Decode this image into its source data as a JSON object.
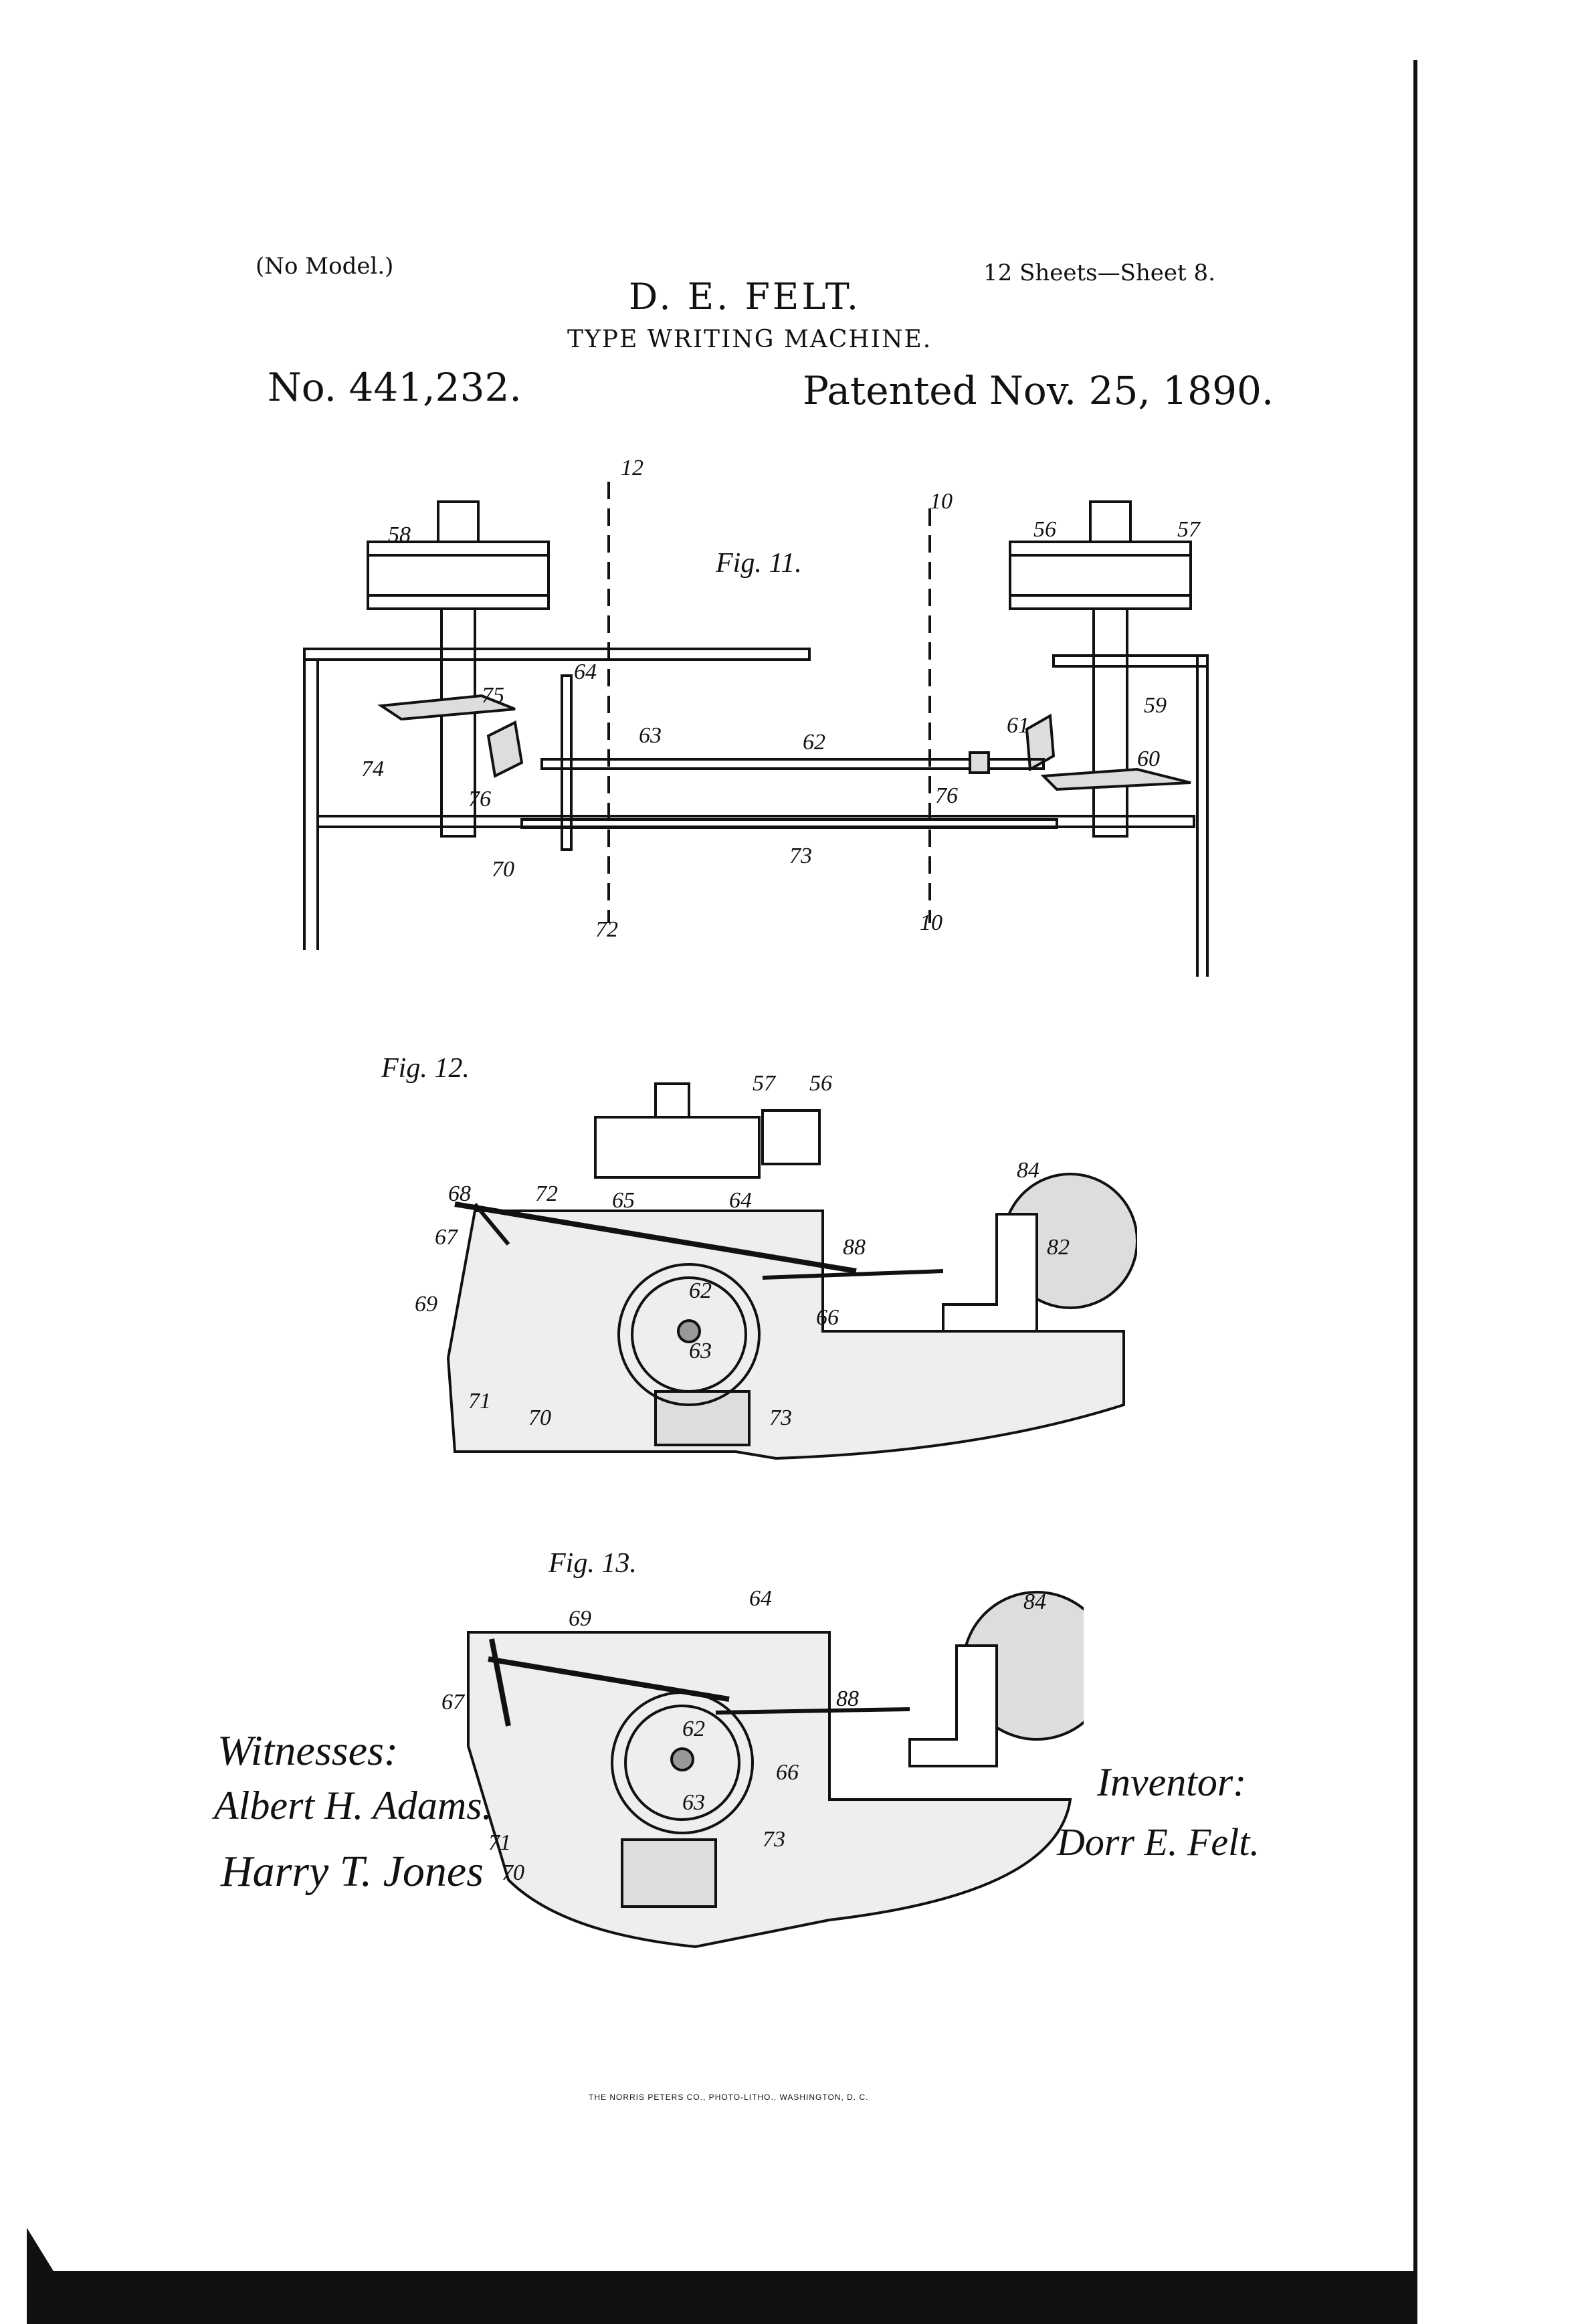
{
  "header": {
    "model_note": "(No Model.)",
    "sheets": "12 Sheets—Sheet 8.",
    "inventor_name": "D. E. FELT.",
    "title": "TYPE WRITING MACHINE.",
    "patent_number": "No. 441,232.",
    "patent_date": "Patented Nov. 25, 1890."
  },
  "figures": {
    "fig11": {
      "caption": "Fig. 11.",
      "labels": [
        "12",
        "10",
        "58",
        "56",
        "57",
        "64",
        "75",
        "63",
        "62",
        "61",
        "59",
        "74",
        "76",
        "76",
        "60",
        "70",
        "73",
        "72",
        "10"
      ]
    },
    "fig12": {
      "caption": "Fig. 12.",
      "labels": [
        "57",
        "56",
        "84",
        "68",
        "72",
        "65",
        "64",
        "82",
        "67",
        "88",
        "69",
        "62",
        "66",
        "63",
        "71",
        "70",
        "73"
      ]
    },
    "fig13": {
      "caption": "Fig. 13.",
      "labels": [
        "64",
        "84",
        "69",
        "67",
        "88",
        "62",
        "66",
        "63",
        "73",
        "71",
        "70"
      ]
    }
  },
  "signatures": {
    "witnesses_heading": "Witnesses:",
    "witness_1": "Albert H. Adams.",
    "witness_2": "Harry T. Jones",
    "inventor_heading": "Inventor:",
    "inventor_signature": "Dorr E. Felt."
  },
  "footer": {
    "imprint": "THE NORRIS PETERS CO., PHOTO-LITHO., WASHINGTON, D. C."
  }
}
